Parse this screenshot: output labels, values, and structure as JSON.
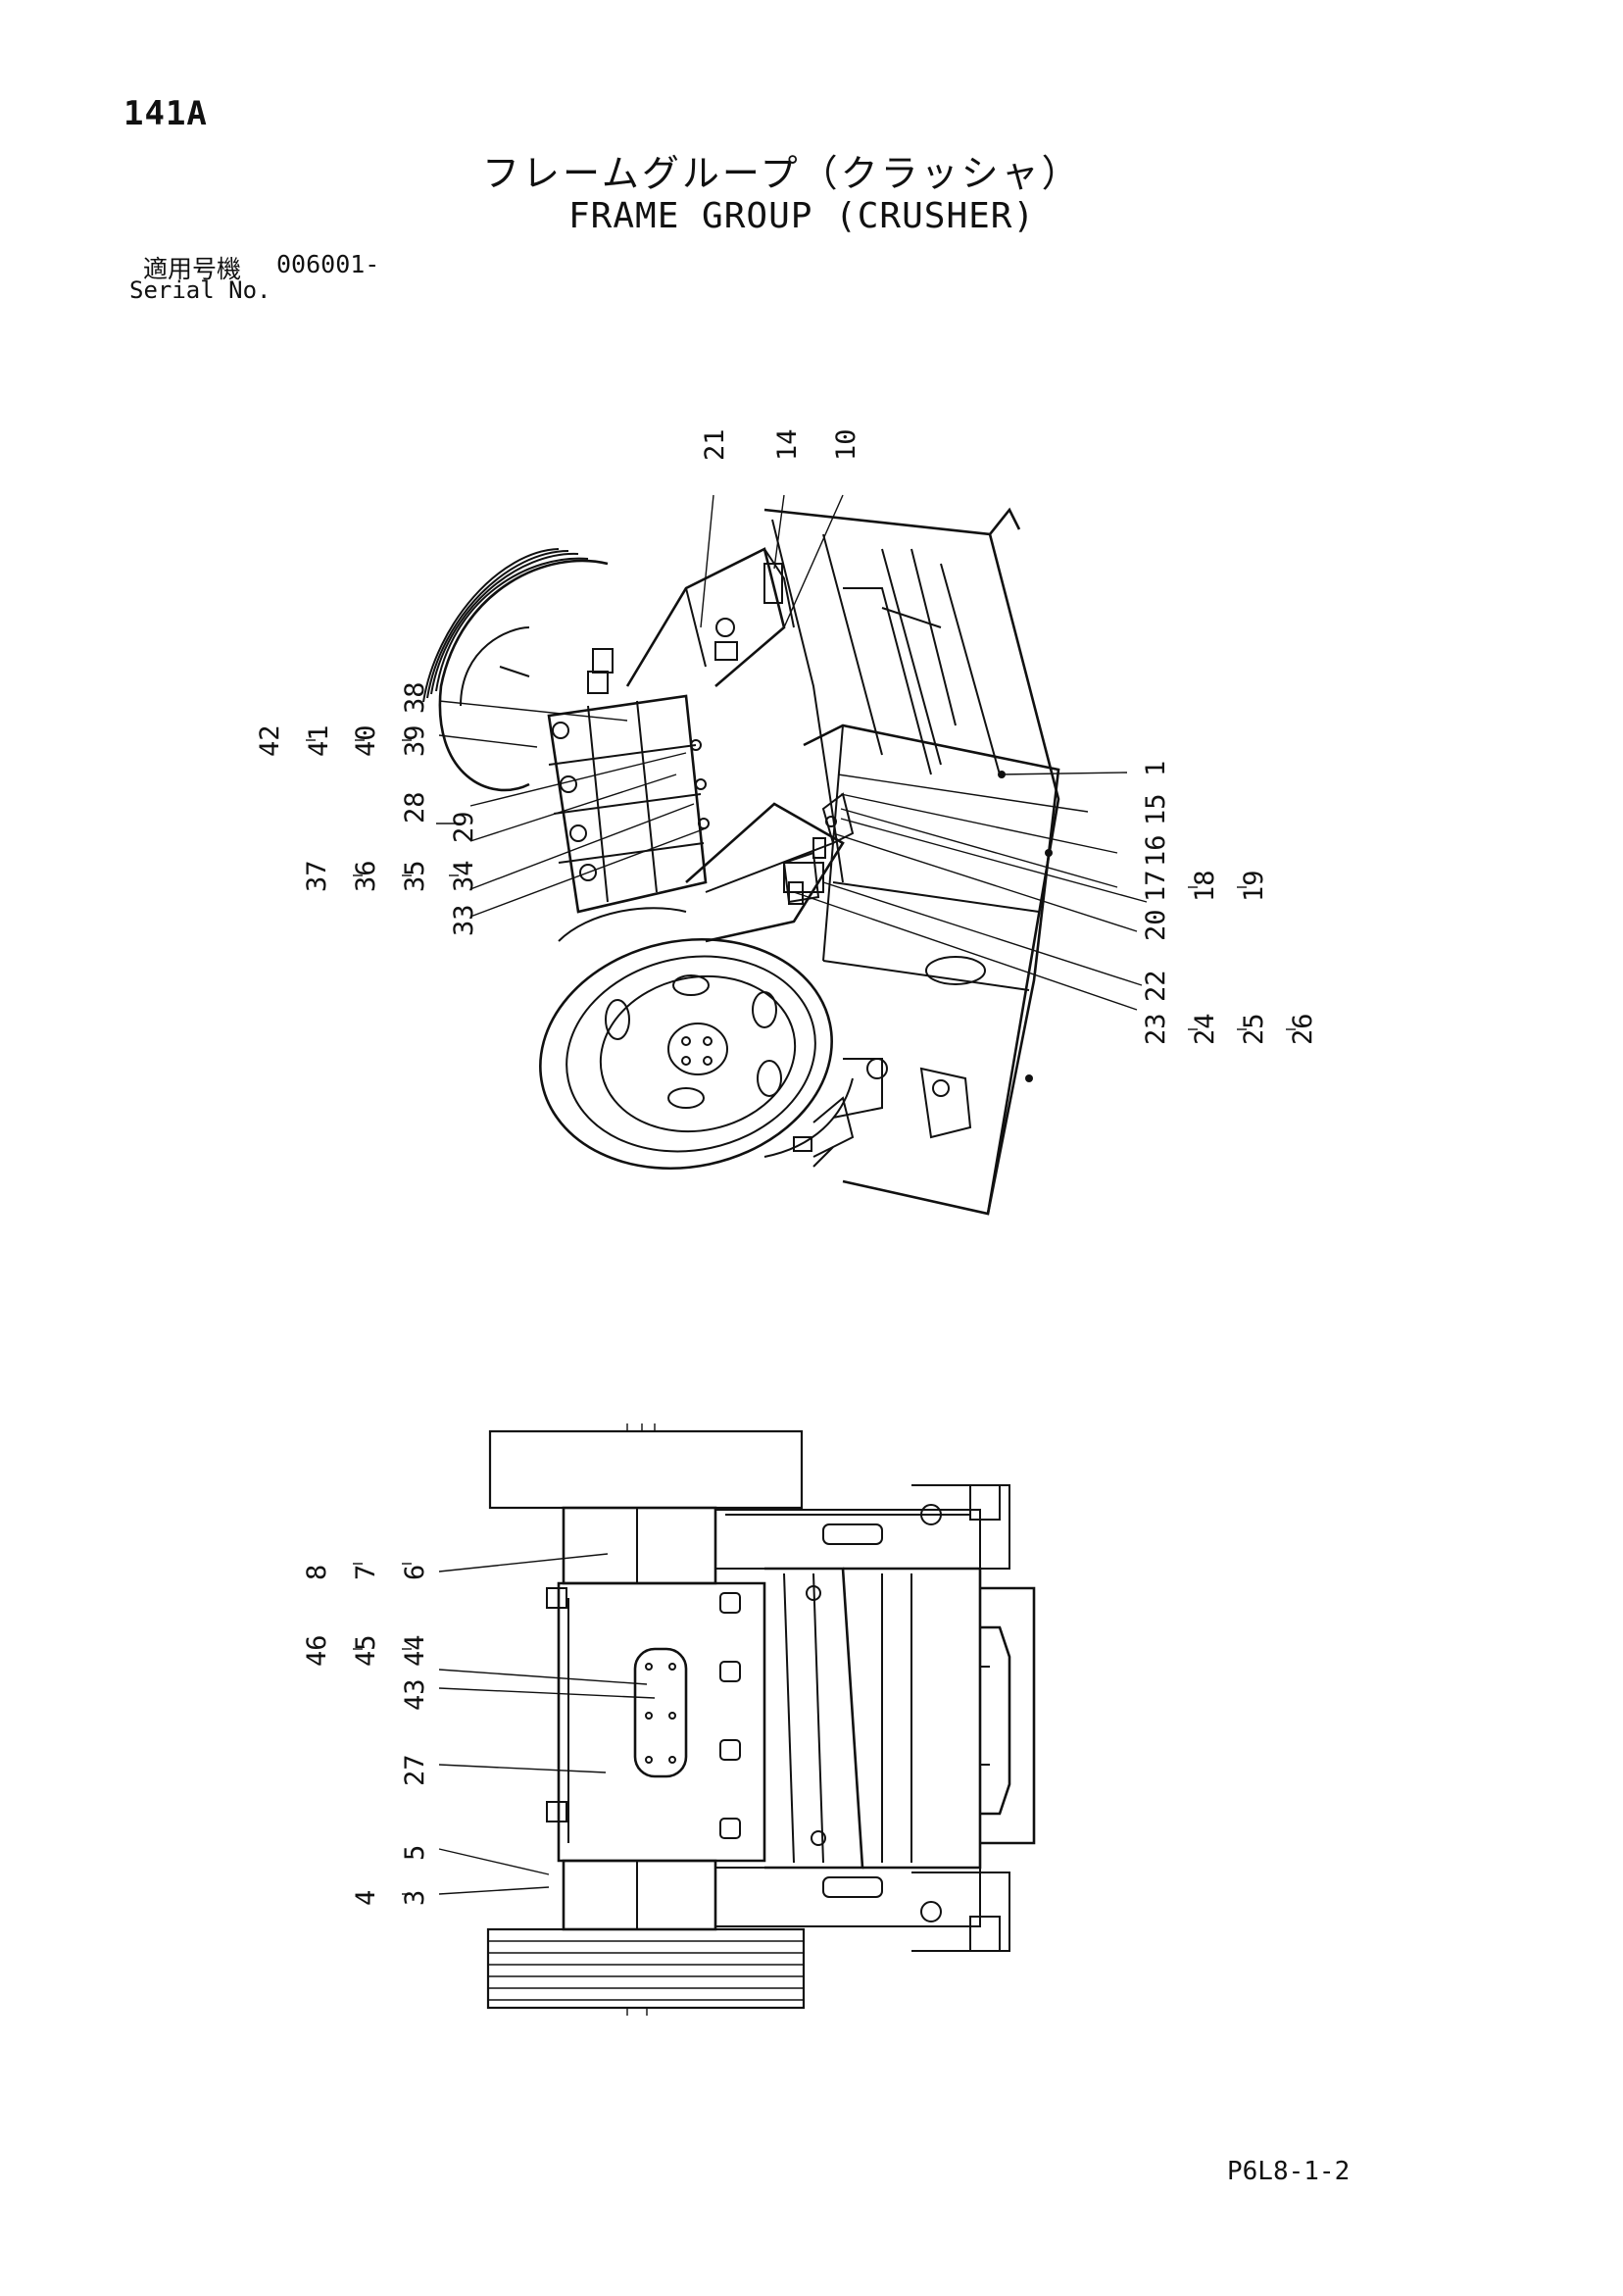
{
  "header": {
    "page_number": "141A",
    "title_jp": "フレームグループ（クラッシャ）",
    "title_en": "FRAME GROUP (CRUSHER)",
    "serial_label_jp": "適用号機",
    "serial_value": "006001-",
    "serial_label_en": "Serial No."
  },
  "footer": {
    "doc_code": "P6L8-1-2"
  },
  "callouts_top": {
    "c21": "21",
    "c14": "14",
    "c10": "10",
    "c38": "38",
    "c39": "39",
    "c40": "40",
    "c41": "41",
    "c42": "42",
    "c28": "28",
    "c29": "29",
    "c33": "33",
    "c34": "34",
    "c35": "35",
    "c36": "36",
    "c37": "37",
    "c1": "1",
    "c15": "15",
    "c16": "16",
    "c17": "17",
    "c18": "18",
    "c19": "19",
    "c20": "20",
    "c22": "22",
    "c23": "23",
    "c24": "24",
    "c25": "25",
    "c26": "26"
  },
  "callouts_bottom": {
    "c6": "6",
    "c7": "7",
    "c8": "8",
    "c44": "44",
    "c45": "45",
    "c46": "46",
    "c43": "43",
    "c27": "27",
    "c5": "5",
    "c3": "3",
    "c4": "4"
  }
}
